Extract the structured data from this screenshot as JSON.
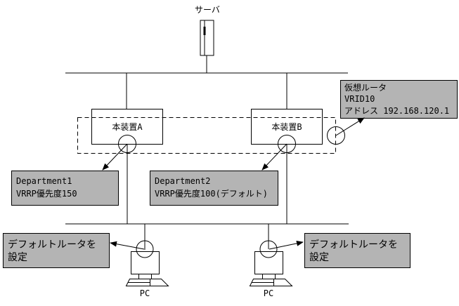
{
  "diagram": {
    "server": {
      "label": "サーバ"
    },
    "routers": [
      {
        "id": "A",
        "label": "本装置A"
      },
      {
        "id": "B",
        "label": "本装置B"
      }
    ],
    "virtual_router_note": {
      "lines": [
        "仮想ルータ",
        "VRID10",
        "アドレス 192.168.120.1"
      ]
    },
    "router_notes": [
      {
        "lines": [
          "Department1",
          "VRRP優先度150"
        ]
      },
      {
        "lines": [
          "Department2",
          "VRRP優先度100(デフォルト)"
        ]
      }
    ],
    "pcs": [
      {
        "label": "PC",
        "note_lines": [
          "デフォルトルータを",
          "設定"
        ]
      },
      {
        "label": "PC",
        "note_lines": [
          "デフォルトルータを",
          "設定"
        ]
      }
    ],
    "colors": {
      "note_fill": "#b4b4b4",
      "line": "#000000",
      "background": "#ffffff"
    }
  }
}
